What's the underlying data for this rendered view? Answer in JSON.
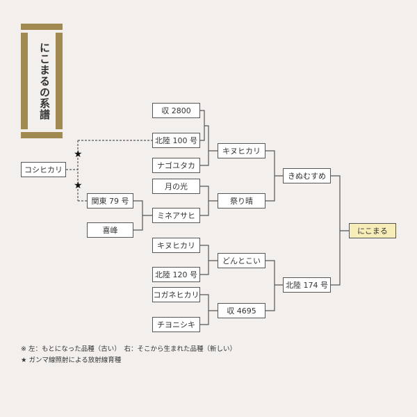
{
  "title": "にこまるの系譜",
  "colors": {
    "title_bar": "#a08a50",
    "highlight": "#f7edb8",
    "background": "#f3efec"
  },
  "nodes": {
    "koshihikari": "コシヒカリ",
    "kanto79": "関東 79 号",
    "kiho": "喜峰",
    "shu2800": "収 2800",
    "hokuriku100": "北陸 100 号",
    "nagoyutaka": "ナゴユタカ",
    "tsukinohikari": "月の光",
    "mineasahi": "ミネアサヒ",
    "kinuhikari_c": "キヌヒカリ",
    "hokuriku120": "北陸 120 号",
    "koganehikari": "コガネヒカリ",
    "chiyonishiki": "チヨニシキ",
    "kinuhikari_d": "キヌヒカリ",
    "matsuribare": "祭り晴",
    "dontokoi": "どんとこい",
    "shu4695": "収 4695",
    "kinumusume": "きぬむすめ",
    "hokuriku174": "北陸 174 号",
    "nikomaru": "にこまる"
  },
  "star_symbol": "★",
  "notes": [
    "※ 左：もとになった品種（古い）　右：そこから生まれた品種（新しい）",
    "★ ガンマ線照射による放射線育種"
  ]
}
